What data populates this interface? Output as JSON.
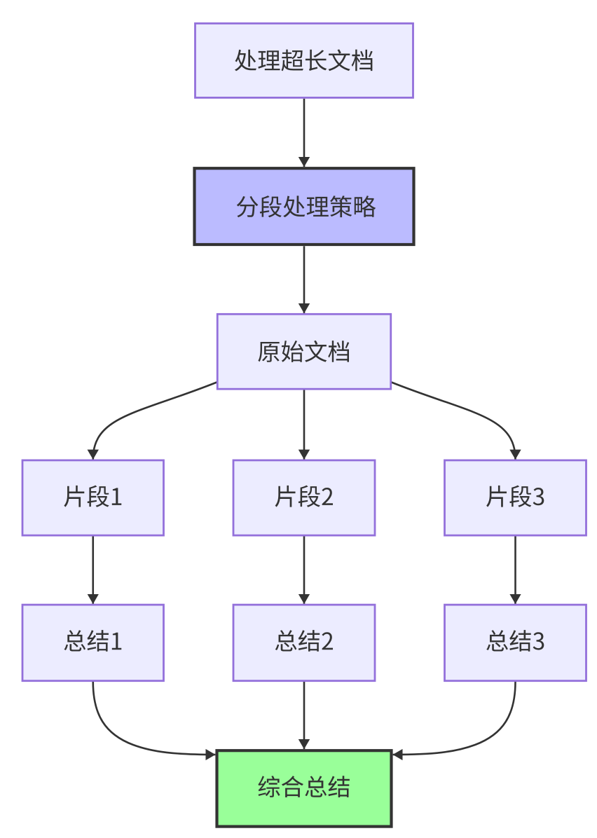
{
  "diagram": {
    "type": "flowchart",
    "direction": "top-down",
    "background": "#ffffff",
    "colors": {
      "node_fill": "#ECECFF",
      "node_stroke": "#9370DB",
      "emphasis_fill": "#bbbbff",
      "emphasis_stroke": "#333333",
      "result_fill": "#99ff99",
      "result_stroke": "#333333",
      "edge_color": "#333333",
      "text_color": "#333333"
    },
    "nodes": [
      {
        "id": "A",
        "label": "处理超长文档",
        "style": "default"
      },
      {
        "id": "B",
        "label": "分段处理策略",
        "style": "emphasis"
      },
      {
        "id": "C",
        "label": "原始文档",
        "style": "default"
      },
      {
        "id": "D",
        "label": "片段1",
        "style": "default"
      },
      {
        "id": "E",
        "label": "片段2",
        "style": "default"
      },
      {
        "id": "F",
        "label": "片段3",
        "style": "default"
      },
      {
        "id": "G",
        "label": "总结1",
        "style": "default"
      },
      {
        "id": "H",
        "label": "总结2",
        "style": "default"
      },
      {
        "id": "I",
        "label": "总结3",
        "style": "default"
      },
      {
        "id": "J",
        "label": "综合总结",
        "style": "result"
      }
    ],
    "edges": [
      {
        "from": "A",
        "to": "B"
      },
      {
        "from": "B",
        "to": "C"
      },
      {
        "from": "C",
        "to": "D"
      },
      {
        "from": "C",
        "to": "E"
      },
      {
        "from": "C",
        "to": "F"
      },
      {
        "from": "D",
        "to": "G"
      },
      {
        "from": "E",
        "to": "H"
      },
      {
        "from": "F",
        "to": "I"
      },
      {
        "from": "G",
        "to": "J"
      },
      {
        "from": "H",
        "to": "J"
      },
      {
        "from": "I",
        "to": "J"
      }
    ]
  }
}
